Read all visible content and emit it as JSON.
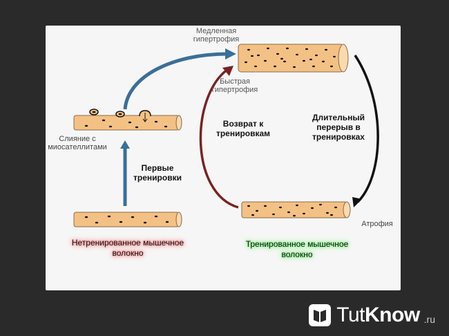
{
  "labels": {
    "slow_hypertrophy": [
      "Медленная",
      "гипертрофия"
    ],
    "fast_hypertrophy": [
      "Быстрая",
      "гипертрофия"
    ],
    "fusion": [
      "Слияние с",
      "миосателлитами"
    ],
    "first_training": [
      "Первые",
      "тренировки"
    ],
    "return_training": [
      "Возврат к",
      "тренировкам"
    ],
    "long_break": [
      "Длительный",
      "перерыв в",
      "тренировках"
    ],
    "atrophy": "Атрофия",
    "untrained": [
      "Нетренированное мышечное",
      "волокно"
    ],
    "trained": [
      "Тренированное мышечное",
      "волокно"
    ]
  },
  "colors": {
    "fiber": "#f4c184",
    "fiber_stroke": "#8a6a48",
    "nucleus": "#111111",
    "arrow_blue": "#3a6f9a",
    "arrow_red": "#7a2222",
    "arrow_black": "#111111",
    "glow_red": "#ff7a7a",
    "glow_green": "#6bff6b"
  },
  "logo": {
    "brand_light": "Tut",
    "brand_bold": "Know",
    "tld": ".ru",
    "icon": "logo-book-icon"
  }
}
